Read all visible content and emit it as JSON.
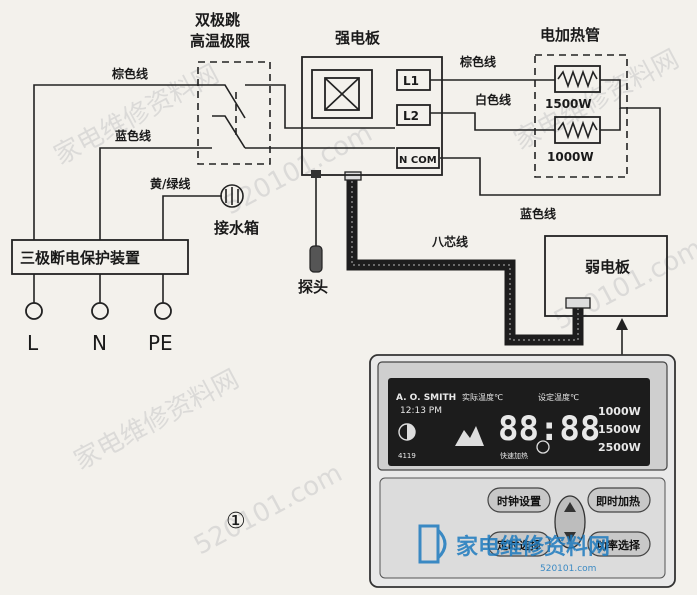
{
  "diagram": {
    "labels": {
      "limiter_line1": "双极跳",
      "limiter_line2": "高温极限",
      "power_board": "强电板",
      "heater_tubes": "电加热管",
      "wire_brown_left": "棕色线",
      "wire_blue_left": "蓝色线",
      "wire_yellow_green": "黄/绿线",
      "water_tank": "接水箱",
      "wire_brown_right": "棕色线",
      "wire_white": "白色线",
      "wire_blue_right": "蓝色线",
      "terminal_l1": "L1",
      "terminal_l2": "L2",
      "terminal_ncom": "N COM",
      "heater_1500": "1500W",
      "heater_1000": "1000W",
      "protect_device": "三极断电保护装置",
      "term_l": "L",
      "term_n": "N",
      "term_pe": "PE",
      "probe": "探头",
      "eight_core": "八芯线",
      "weak_board": "弱电板",
      "figure_number": "①"
    },
    "panel": {
      "brand": "A. O. SMITH",
      "clock": "12:13 PM",
      "label_actual_temp": "实际温度℃",
      "label_set_temp": "设定温度℃",
      "digits": "88:88",
      "power_1000": "1000W",
      "power_1500": "1500W",
      "power_2500": "2500W",
      "small_a": "4119",
      "small_b": "快速加热",
      "btn_clock": "时钟设置",
      "btn_instant": "即时加热",
      "btn_timer": "定时选择",
      "btn_power": "功率选择"
    },
    "watermarks": {
      "site_cn": "家电维修资料网",
      "site_num": "520101.com",
      "footer_url": "520101.com"
    },
    "colors": {
      "line": "#222222",
      "display_bg": "#1c1c1c",
      "brand_blue": "#1e7bbf"
    }
  }
}
